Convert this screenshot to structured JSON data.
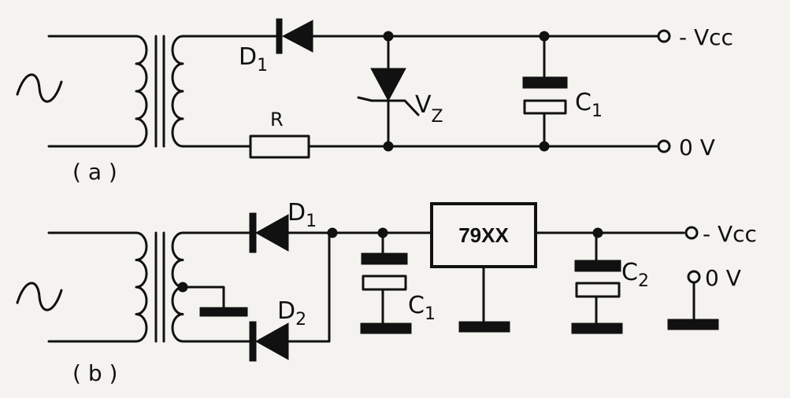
{
  "circuit_a": {
    "tag": "( a )",
    "d1": {
      "letter": "D",
      "index": "1"
    },
    "resistor": "R",
    "zener": {
      "letter": "V",
      "index": "Z"
    },
    "c1": {
      "letter": "C",
      "index": "1"
    },
    "out_neg": "- Vcc",
    "out_gnd": "0 V"
  },
  "circuit_b": {
    "tag": "( b )",
    "d1": {
      "letter": "D",
      "index": "1"
    },
    "d2": {
      "letter": "D",
      "index": "2"
    },
    "c1": {
      "letter": "C",
      "index": "1"
    },
    "regulator": "79XX",
    "c2": {
      "letter": "C",
      "index": "2"
    },
    "out_neg": "- Vcc",
    "out_gnd": "0 V"
  },
  "colors": {
    "ink": "#111111",
    "paper": "#f4f3ef"
  }
}
